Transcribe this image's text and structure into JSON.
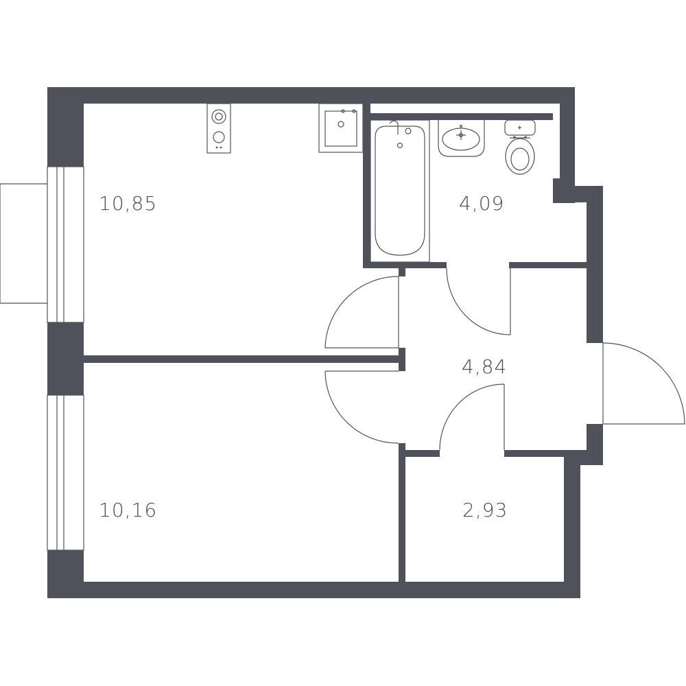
{
  "colors": {
    "wall": "#50525b",
    "line": "#50525b",
    "background": "#ffffff"
  },
  "rooms": {
    "kitchen": {
      "area": "10,85"
    },
    "bathroom": {
      "area": "4,09"
    },
    "hallway": {
      "area": "4,84"
    },
    "bedroom": {
      "area": "10,16"
    },
    "storage": {
      "area": "2,93"
    }
  },
  "fixtures": [
    "cooktop-icon",
    "kitchen-sink-icon",
    "bathtub-icon",
    "washbasin-icon",
    "toilet-icon"
  ]
}
